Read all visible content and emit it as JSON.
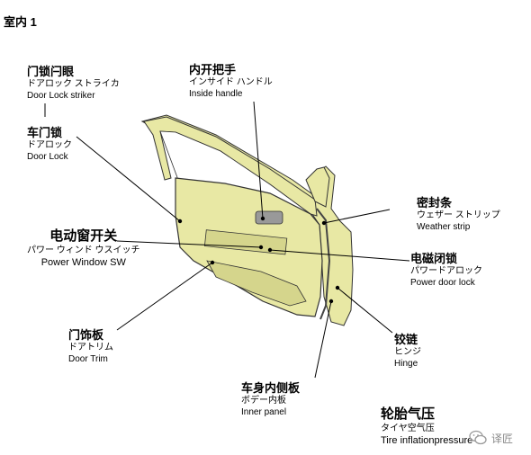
{
  "title": "室内 1",
  "labels": {
    "door_lock_striker": {
      "cn": "门锁闩眼",
      "jp": "ドアロック ストライカ",
      "en": "Door Lock striker"
    },
    "door_lock": {
      "cn": "车门锁",
      "jp": "ドアロック",
      "en": "Door Lock"
    },
    "inside_handle": {
      "cn": "内开把手",
      "jp": "インサイド ハンドル",
      "en": "Inside handle"
    },
    "weather_strip": {
      "cn": "密封条",
      "jp": "ウェザー ストリップ",
      "en": "Weather strip"
    },
    "power_window_sw": {
      "cn": "电动窗开关",
      "jp": "パワー ウィンド ウスイッチ",
      "en": "Power Window SW"
    },
    "power_door_lock": {
      "cn": "电磁闭锁",
      "jp": "パワードアロック",
      "en": "Power door lock"
    },
    "door_trim": {
      "cn": "门饰板",
      "jp": "ドアトリム",
      "en": "Door Trim"
    },
    "hinge": {
      "cn": "铰链",
      "jp": "ヒンジ",
      "en": "Hinge"
    },
    "inner_panel": {
      "cn": "车身内侧板",
      "jp": "ボデー内板",
      "en": "Inner panel"
    },
    "tire_inflation": {
      "cn": "轮胎气压",
      "jp": "タイヤ空气压",
      "en": "Tire inflationpressure"
    }
  },
  "watermark": {
    "text": "译匠",
    "icon": "wechat-icon"
  },
  "colors": {
    "panel": "#e8e8a4",
    "panel_dark": "#d5d58c",
    "outline": "#333333"
  }
}
